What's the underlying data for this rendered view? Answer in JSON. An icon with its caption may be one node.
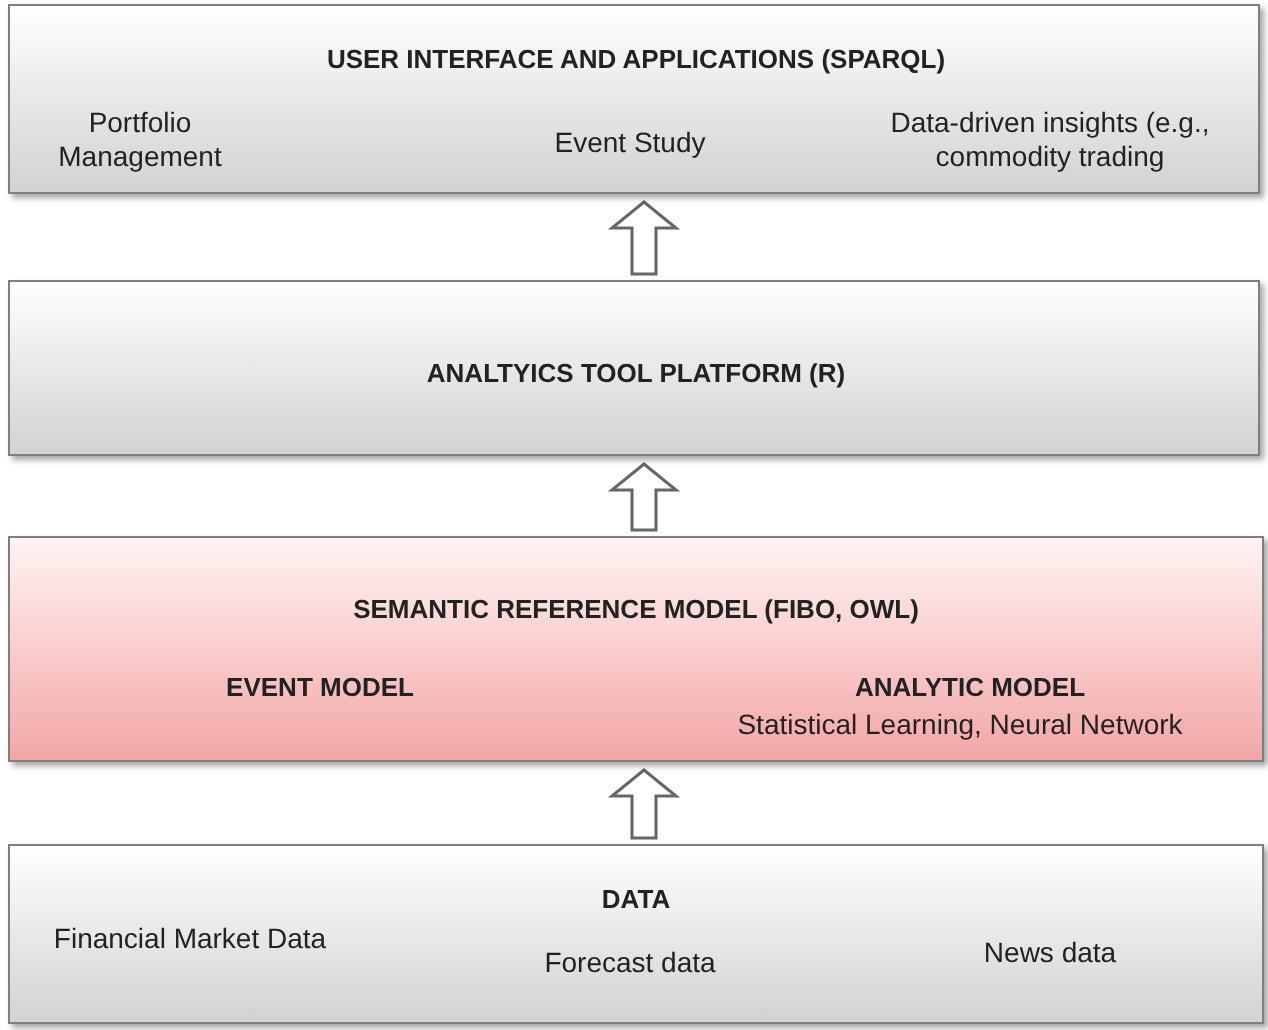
{
  "diagram": {
    "nodes": [
      {
        "text": [
          "USER INTERFACE AND APPLICATIONS (SPARQL)",
          "Portfolio Management",
          "Event Study",
          "Data-driven insights (e.g., commodity trading"
        ]
      },
      {
        "text": [
          "ANALTYICS TOOL PLATFORM (R)"
        ]
      },
      {
        "text": [
          "SEMANTIC REFERENCE MODEL (FIBO, OWL)",
          "EVENT MODEL",
          "ANALYTIC MODEL",
          "Statistical Learning, Neural Network"
        ]
      },
      {
        "text": [
          "DATA",
          "Financial Market Data",
          "Forecast data",
          "News data"
        ]
      }
    ],
    "edges": [
      {
        "from": 3,
        "to": 2,
        "arrow": "to"
      },
      {
        "from": 2,
        "to": 1,
        "arrow": "to"
      },
      {
        "from": 1,
        "to": 0,
        "arrow": "to"
      }
    ]
  }
}
